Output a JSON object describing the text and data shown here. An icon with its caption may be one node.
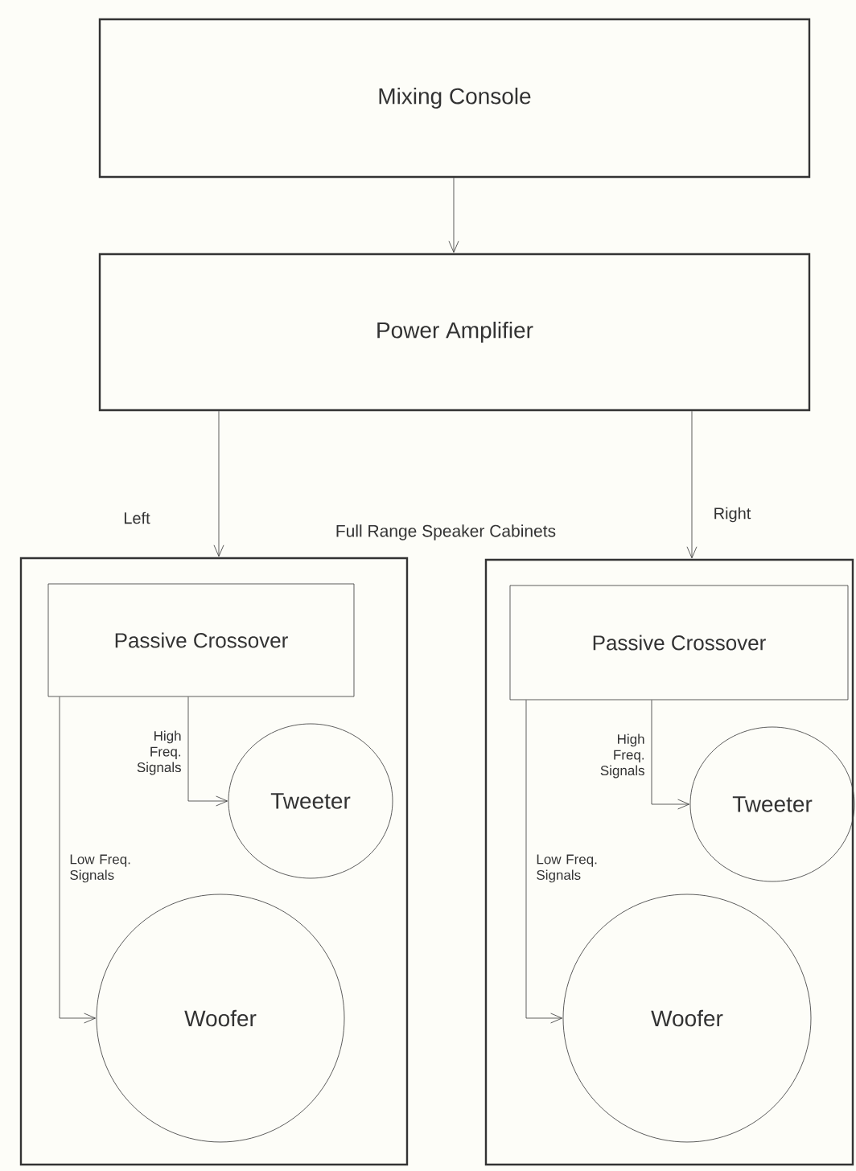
{
  "diagram": {
    "nodes": [
      {
        "text": [
          "Mixing Console"
        ]
      },
      {
        "text": [
          "Power Amplifier"
        ]
      },
      {
        "text": [],
        "shape": "box"
      },
      {
        "text": [
          "Passive Crossover"
        ],
        "in": 2
      },
      {
        "text": [
          "Tweeter"
        ],
        "in": 2
      },
      {
        "text": [
          "Woofer"
        ],
        "in": 2
      },
      {
        "text": [],
        "shape": "box"
      },
      {
        "text": [
          "Passive Crossover"
        ],
        "in": 6
      },
      {
        "text": [
          "Tweeter"
        ],
        "in": 6
      },
      {
        "text": [
          "Woofer"
        ],
        "in": 6
      }
    ],
    "edges": [
      {
        "from": 0,
        "to": 1,
        "arrow": "to"
      },
      {
        "from": 1,
        "to": 2,
        "arrow": "to",
        "label": "Left"
      },
      {
        "from": 1,
        "to": 6,
        "arrow": "to",
        "label": "Right"
      },
      {
        "from": 3,
        "to": 4,
        "arrow": "to",
        "label": "High Freq. Signals"
      },
      {
        "from": 3,
        "to": 5,
        "arrow": "to",
        "label": "Low Freq. Signals"
      },
      {
        "from": 7,
        "to": 8,
        "arrow": "to",
        "label": "High Freq. Signals"
      },
      {
        "from": 7,
        "to": 9,
        "arrow": "to",
        "label": "Low Freq. Signals"
      }
    ],
    "labels": [
      "Full Range Speaker Cabinets"
    ]
  }
}
